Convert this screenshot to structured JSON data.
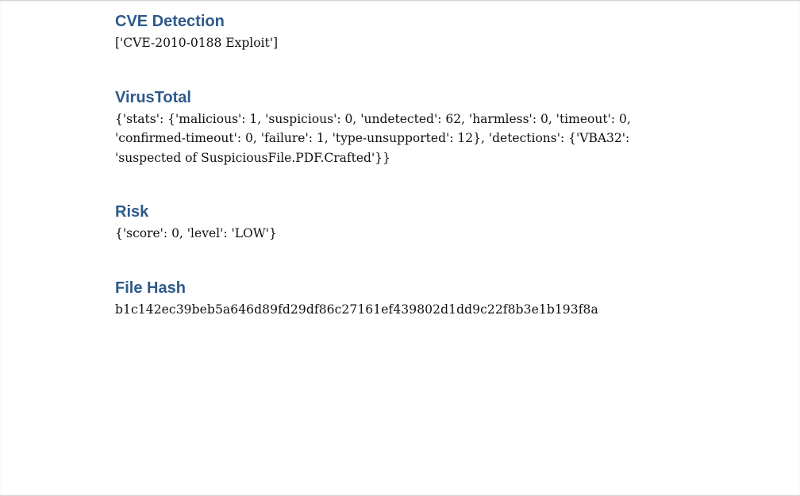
{
  "sections": [
    {
      "heading": "CVE Detection",
      "body": "['CVE-2010-0188 Exploit']"
    },
    {
      "heading": "VirusTotal",
      "body": "{'stats': {'malicious': 1, 'suspicious': 0, 'undetected': 62, 'harmless': 0, 'timeout': 0, 'confirmed-timeout': 0, 'failure': 1, 'type-unsupported': 12}, 'detections': {'VBA32': 'suspected of SuspiciousFile.PDF.Crafted'}}"
    },
    {
      "heading": "Risk",
      "body": "{'score': 0, 'level': 'LOW'}"
    },
    {
      "heading": "File Hash",
      "body": "b1c142ec39beb5a646d89fd29df86c27161ef439802d1dd9c22f8b3e1b193f8a"
    }
  ],
  "colors": {
    "heading": "#2e5a8a",
    "body_text": "#111111",
    "background": "#ffffff"
  }
}
